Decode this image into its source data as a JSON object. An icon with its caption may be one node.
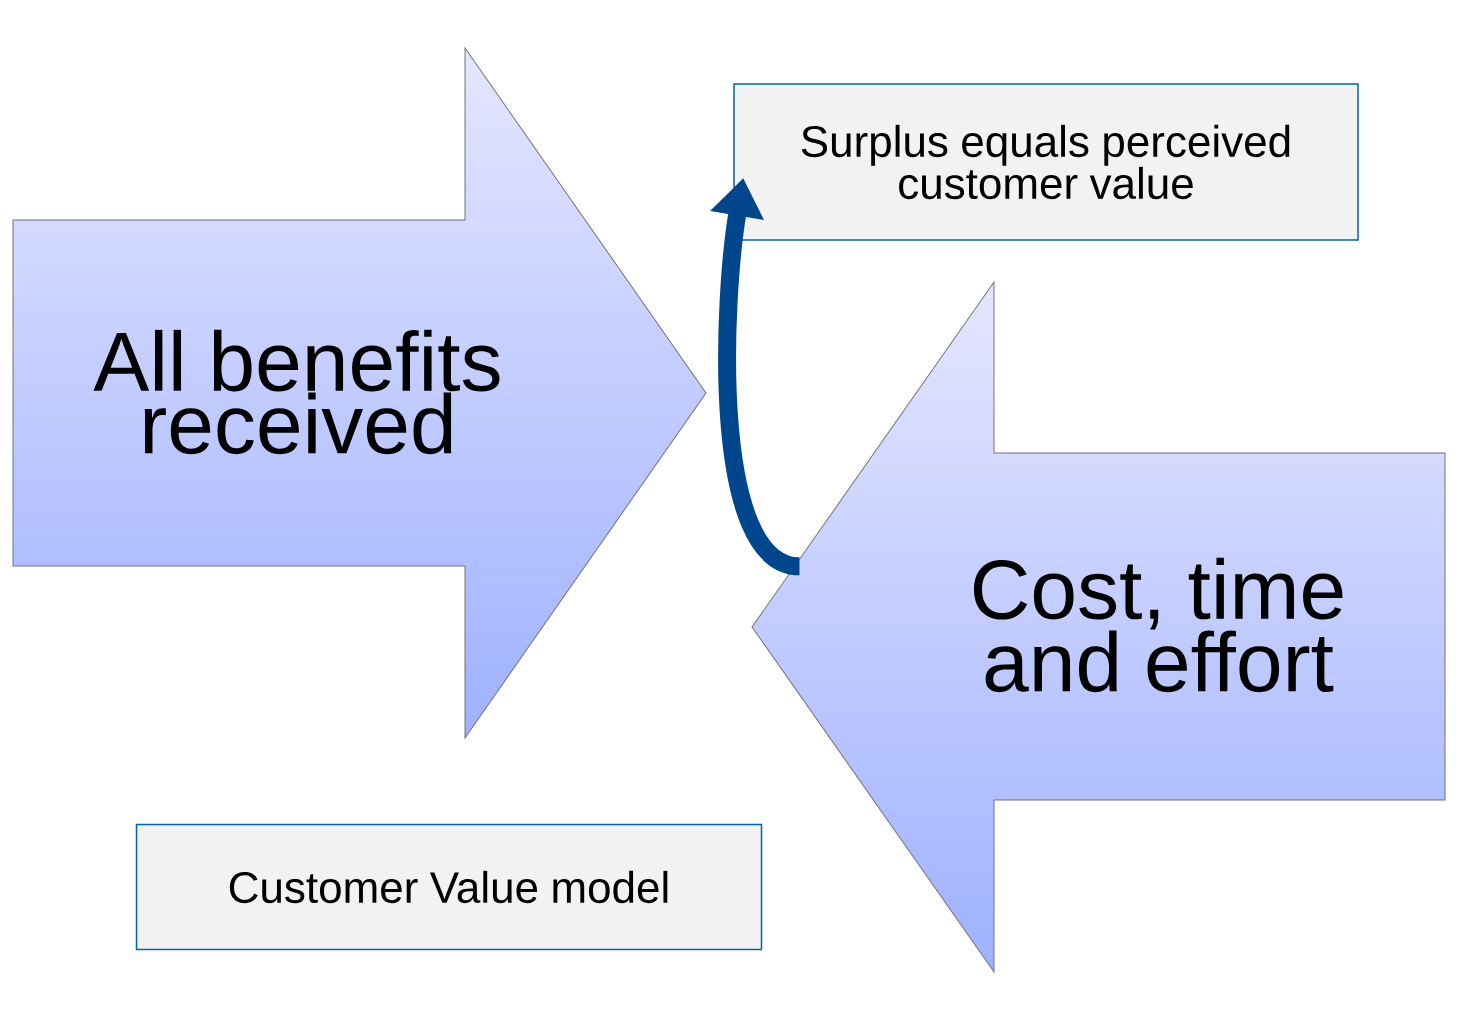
{
  "diagram": {
    "nodes": [
      {
        "text": [
          "All benefits received"
        ]
      },
      {
        "text": [
          "Surplus equals perceived customer value"
        ]
      },
      {
        "text": [
          "Cost, time and effort"
        ]
      },
      {
        "text": [
          "Customer Value model"
        ]
      }
    ],
    "edges": [
      {
        "from": 2,
        "to": 1,
        "arrow": "to"
      }
    ]
  }
}
